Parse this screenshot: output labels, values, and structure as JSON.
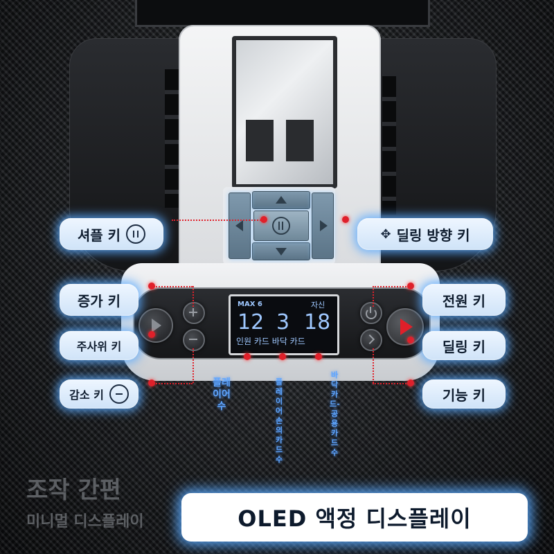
{
  "labels": {
    "shuffle_key": "셔플 키",
    "dealing_direction_key": "딜링 방향 키",
    "increase_key": "증가 키",
    "power_key": "전원 키",
    "dice_key": "주사위 키",
    "dealing_key": "딜링 키",
    "decrease_key": "감소 키",
    "function_key": "기능 키"
  },
  "oled": {
    "max": "MAX 6",
    "self": "자신",
    "players": "12",
    "cards": "3",
    "floor": "18",
    "bottom_text": "인원 카드 바닥 카드"
  },
  "annotations": {
    "players": "플레이어수",
    "hand_cards": "플레이어손의카드수",
    "floor_cards": "바닥카드-공용카드수"
  },
  "headline": {
    "title": "조작 간편",
    "subtitle": "미니멀 디스플레이"
  },
  "banner": "OLED 액정 디스플레이",
  "colors": {
    "accent_glow": "#5aaaff",
    "marker": "#e0202a",
    "play_button": "#e0202a"
  }
}
